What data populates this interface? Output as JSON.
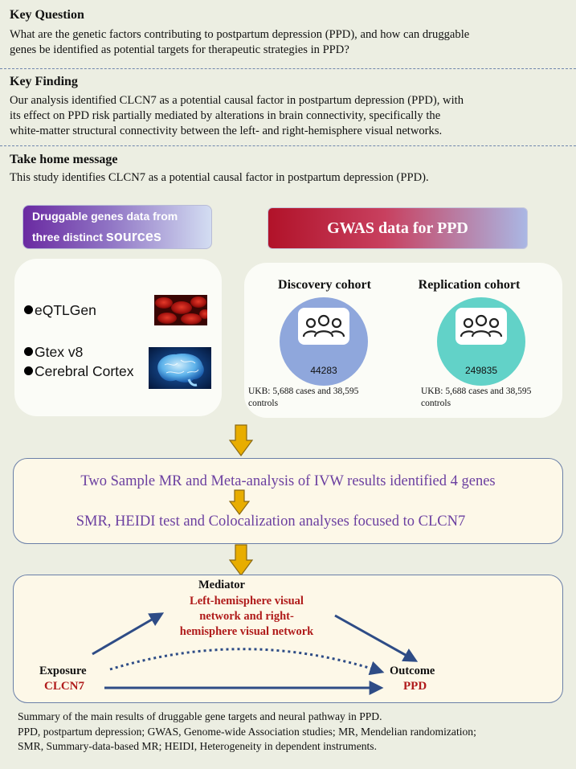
{
  "key_question": {
    "title": "Key Question",
    "lines": [
      "What are the genetic factors contributing to postpartum depression (PPD), and how can druggable",
      "genes be identified as potential targets for therapeutic strategies in PPD?"
    ]
  },
  "key_finding": {
    "title": "Key Finding",
    "lines": [
      "Our analysis identified CLCN7 as a potential causal factor in postpartum depression (PPD), with",
      "its effect on PPD risk partially mediated by alterations in brain connectivity, specifically the",
      "white-matter structural connectivity between the left- and right-hemisphere visual networks."
    ]
  },
  "take_home": {
    "title": "Take home message",
    "lines": [
      "This study identifies CLCN7 as a potential causal factor in postpartum depression (PPD)."
    ]
  },
  "druggable": {
    "header_line1": "Druggable genes data from",
    "header_line2_a": "three distinct ",
    "header_line2_b": "sources",
    "items": [
      "eQTLGen",
      "Gtex v8",
      "Cerebral Cortex"
    ]
  },
  "gwas": {
    "header": "GWAS data for PPD",
    "discovery": {
      "title": "Discovery cohort",
      "number": "44283",
      "note_line1": "UKB: 5,688 cases and 38,595",
      "note_line2": "controls"
    },
    "replication": {
      "title": "Replication cohort",
      "number": "249835",
      "note_line1": "UKB: 5,688 cases and 38,595",
      "note_line2": "controls"
    }
  },
  "analysis": {
    "line1": "Two Sample MR and Meta-analysis of IVW results identified 4 genes",
    "line2": "SMR, HEIDI test and Colocalization analyses focused to CLCN7"
  },
  "mediation": {
    "mediator_label": "Mediator",
    "mediator_lines": [
      "Left-hemisphere visual",
      "network and right-",
      "hemisphere visual network"
    ],
    "exposure_label": "Exposure",
    "exposure_value": "CLCN7",
    "outcome_label": "Outcome",
    "outcome_value": "PPD"
  },
  "caption": {
    "lines": [
      "Summary of the main results of druggable gene targets and neural pathway in  PPD.",
      "PPD, postpartum depression; GWAS, Genome-wide Association studies; MR, Mendelian randomization;",
      "SMR, Summary-data-based MR; HEIDI, Heterogeneity in dependent instruments."
    ]
  },
  "colors": {
    "accent_red": "#b01b1b",
    "accent_purple": "#6b3fa0",
    "arrow_blue": "#2e4c86",
    "arrow_gold": "#e8ad00",
    "circle_discovery": "#8fa7dc",
    "circle_replication": "#62d2c8"
  },
  "icons": [
    "people-group-icon",
    "blood-cells-image",
    "brain-image",
    "down-arrow-icon"
  ]
}
